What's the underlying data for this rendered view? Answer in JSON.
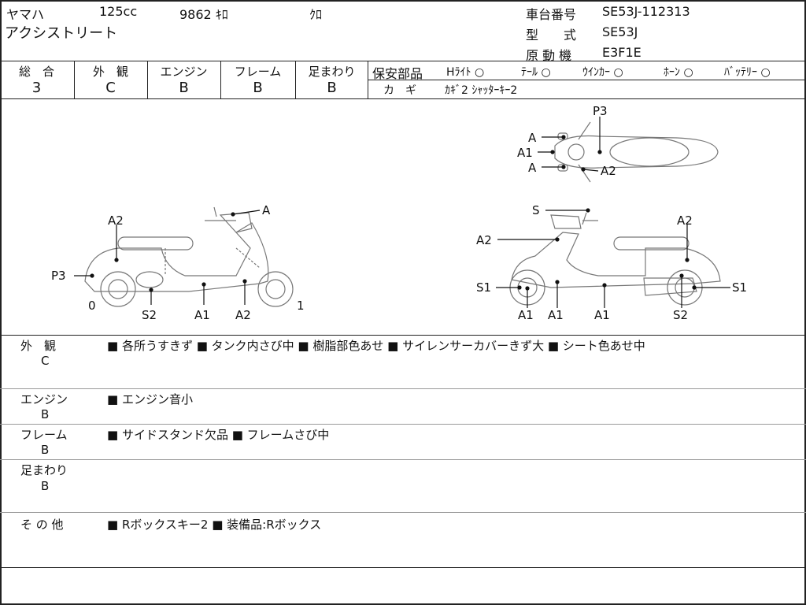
{
  "header": {
    "maker": "ヤマハ",
    "displacement": "125cc",
    "mileage": "9862 ｷﾛ",
    "color": "ｸﾛ",
    "model_name": "アクシストリート",
    "frame_no_label": "車台番号",
    "frame_no": "SE53J-112313",
    "type_label": "型　　式",
    "type": "SE53J",
    "engine_label": "原 動 機",
    "engine": "E3F1E"
  },
  "grades": [
    {
      "label": "総　合",
      "value": "3"
    },
    {
      "label": "外　観",
      "value": "C"
    },
    {
      "label": "エンジン",
      "value": "B"
    },
    {
      "label": "フレーム",
      "value": "B"
    },
    {
      "label": "足まわり",
      "value": "B"
    }
  ],
  "safety": {
    "label": "保安部品",
    "items": [
      "Hﾗｲﾄ ○",
      "ﾃｰﾙ ○",
      "ｳｲﾝｶｰ ○",
      "ﾎｰﾝ ○",
      "ﾊﾞｯﾃﾘｰ ○"
    ],
    "key_label": "カ　ギ",
    "key_value": "ｶｷﾞ2 ｼｬｯﾀｰｷｰ2"
  },
  "diagram": {
    "left": [
      "A2",
      "A",
      "P3",
      "S2",
      "A1",
      "A2",
      "0",
      "1"
    ],
    "top": [
      "P3",
      "A",
      "A1",
      "A",
      "A2"
    ],
    "right": [
      "S",
      "A2",
      "A2",
      "S1",
      "S1",
      "A1",
      "A1",
      "A1",
      "S2"
    ]
  },
  "remarks": [
    {
      "label": "外　観",
      "grade": "C",
      "text": "■ 各所うすきず ■ タンク内さび中 ■ 樹脂部色あせ ■ サイレンサーカバーきず大 ■ シート色あせ中"
    },
    {
      "label": "エンジン",
      "grade": "B",
      "text": "■ エンジン音小"
    },
    {
      "label": "フレーム",
      "grade": "B",
      "text": "■ サイドスタンド欠品 ■ フレームさび中"
    },
    {
      "label": "足まわり",
      "grade": "B",
      "text": ""
    },
    {
      "label": "そ の 他",
      "grade": "",
      "text": "■ Rボックスキー2 ■ 装備品:Rボックス"
    }
  ]
}
